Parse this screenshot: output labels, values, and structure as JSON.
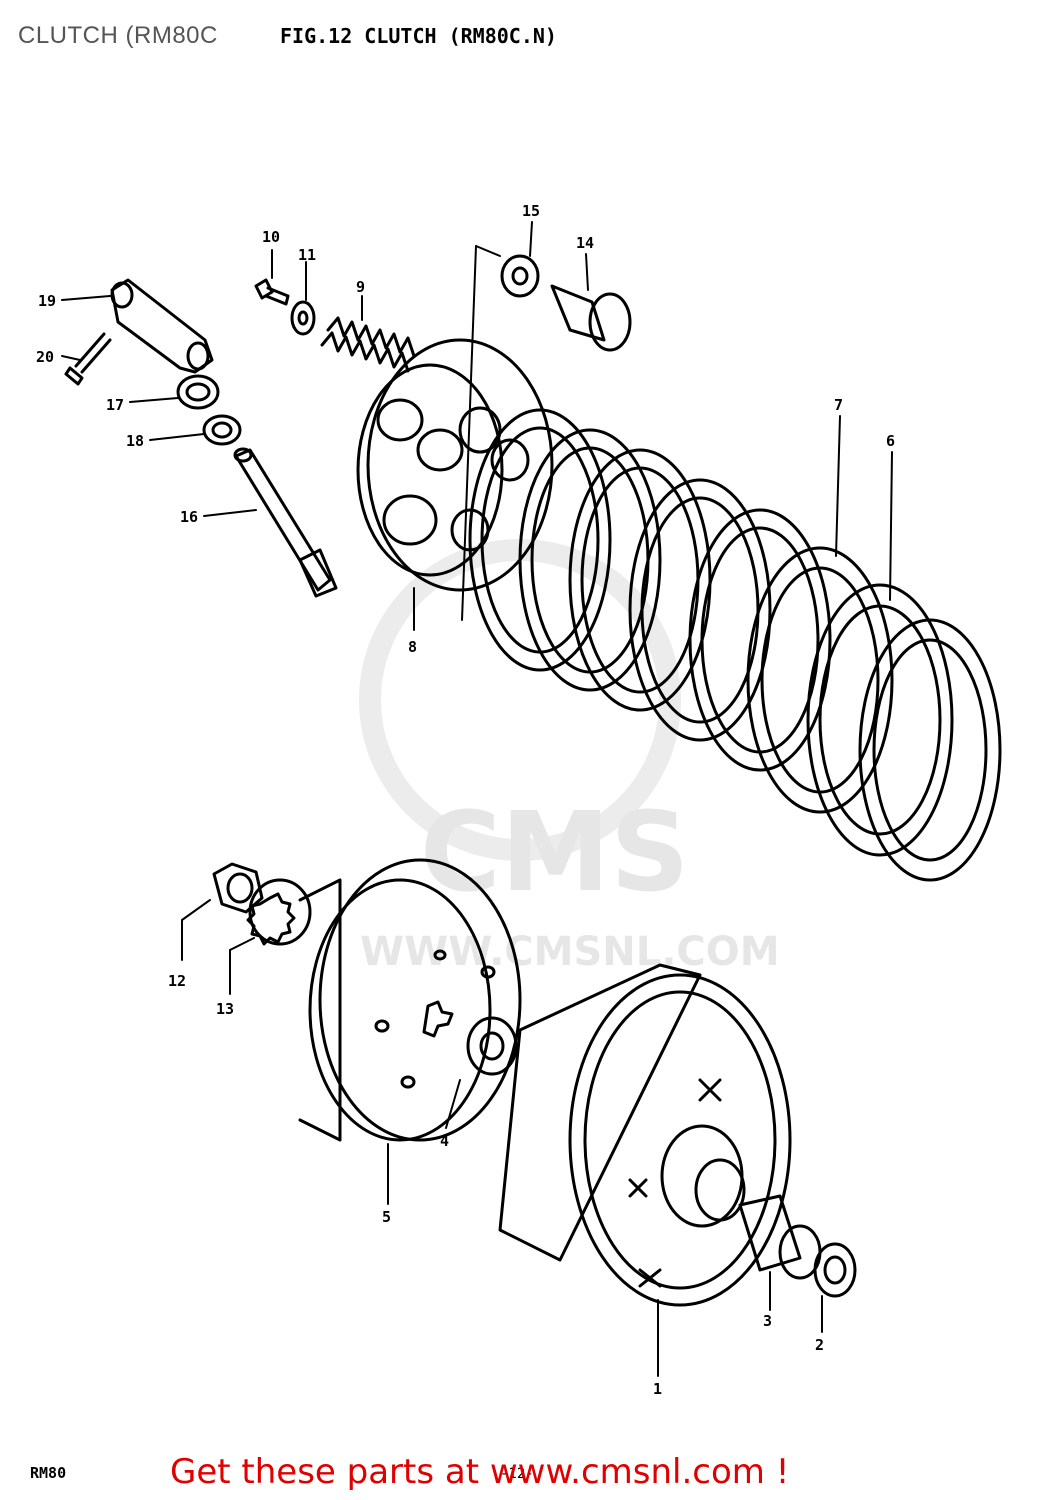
{
  "page": {
    "title": "CLUTCH (RM80C",
    "figure_title": "FIG.12  CLUTCH (RM80C.N)",
    "model": "RM80",
    "page_number": "-12-",
    "cta": "Get these parts at www.cmsnl.com !"
  },
  "watermark": {
    "brand": "CMS",
    "url": "WWW.CMSNL.COM"
  },
  "callouts": [
    "1",
    "2",
    "3",
    "4",
    "5",
    "6",
    "7",
    "8",
    "9",
    "10",
    "11",
    "12",
    "13",
    "14",
    "15",
    "16",
    "17",
    "18",
    "19",
    "20"
  ],
  "colors": {
    "line": "#000000",
    "cta": "#e00000",
    "watermark": "#e6e6e6"
  }
}
